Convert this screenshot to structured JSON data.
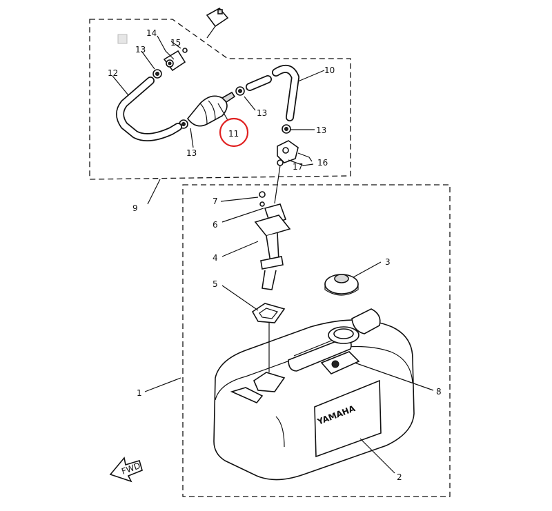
{
  "callouts": [
    {
      "id": "c1",
      "text": "1"
    },
    {
      "id": "c2",
      "text": "2"
    },
    {
      "id": "c3",
      "text": "3"
    },
    {
      "id": "c4",
      "text": "4"
    },
    {
      "id": "c5",
      "text": "5"
    },
    {
      "id": "c6",
      "text": "6"
    },
    {
      "id": "c7",
      "text": "7"
    },
    {
      "id": "c8",
      "text": "8"
    },
    {
      "id": "c9",
      "text": "9"
    },
    {
      "id": "c10",
      "text": "10"
    },
    {
      "id": "c11",
      "text": "11"
    },
    {
      "id": "c12",
      "text": "12"
    },
    {
      "id": "c13a",
      "text": "13"
    },
    {
      "id": "c13b",
      "text": "13"
    },
    {
      "id": "c13c",
      "text": "13"
    },
    {
      "id": "c13d",
      "text": "13"
    },
    {
      "id": "c14",
      "text": "14"
    },
    {
      "id": "c15",
      "text": "15"
    },
    {
      "id": "c16",
      "text": "16"
    },
    {
      "id": "c17",
      "text": "17"
    }
  ],
  "tank_brand": "YAMAHA",
  "fwd_label": "FWD",
  "highlight_color": "#e02020"
}
